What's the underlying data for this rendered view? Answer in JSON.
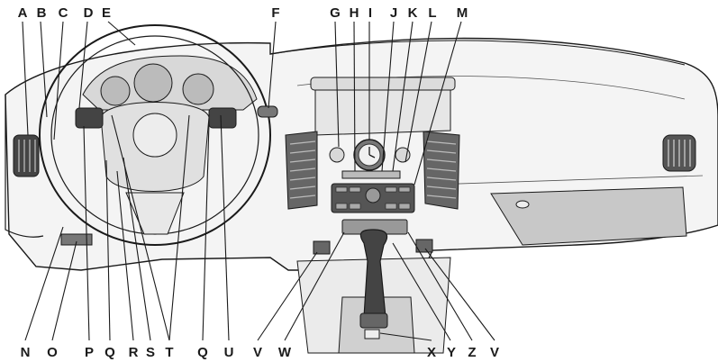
{
  "callouts_top": [
    "A",
    "B",
    "C",
    "D",
    "E",
    "F",
    "G",
    "H",
    "I",
    "J",
    "K",
    "L",
    "M"
  ],
  "callouts_bottom": [
    "N",
    "O",
    "P",
    "Q",
    "R",
    "S",
    "T",
    "Q",
    "U",
    "V",
    "W",
    "X",
    "Y",
    "Z",
    "V"
  ],
  "colors": {
    "line": "#1a1a1a",
    "panel": "#f2f2f2",
    "shade": "#d4d4d4",
    "dark": "#6a6a6a"
  }
}
